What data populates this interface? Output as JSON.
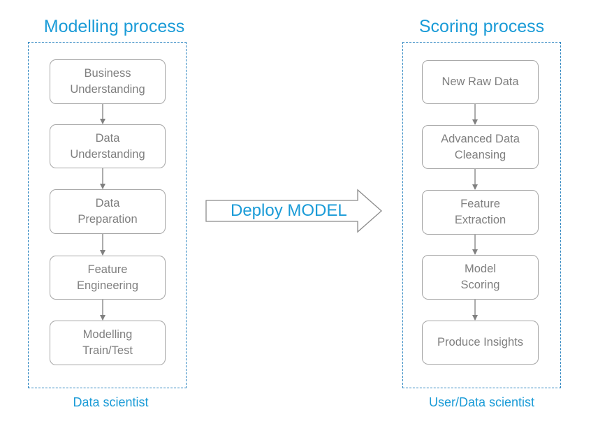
{
  "modelling": {
    "title": "Modelling process",
    "footer": "Data scientist",
    "steps": [
      [
        "Business",
        "Understanding"
      ],
      [
        "Data",
        "Understanding"
      ],
      [
        "Data",
        "Preparation"
      ],
      [
        "Feature",
        "Engineering"
      ],
      [
        "Modelling",
        "Train/Test"
      ]
    ]
  },
  "scoring": {
    "title": "Scoring process",
    "footer": "User/Data scientist",
    "steps": [
      [
        "New Raw Data"
      ],
      [
        "Advanced Data",
        "Cleansing"
      ],
      [
        "Feature",
        "Extraction"
      ],
      [
        "Model",
        "Scoring"
      ],
      [
        "Produce Insights"
      ]
    ]
  },
  "deploy": {
    "label": "Deploy MODEL"
  },
  "colors": {
    "accent": "#1a9bd7",
    "frame": "#2e86c1",
    "box_border": "#a6a6a6",
    "box_text": "#7f7f7f",
    "connector": "#808080"
  }
}
